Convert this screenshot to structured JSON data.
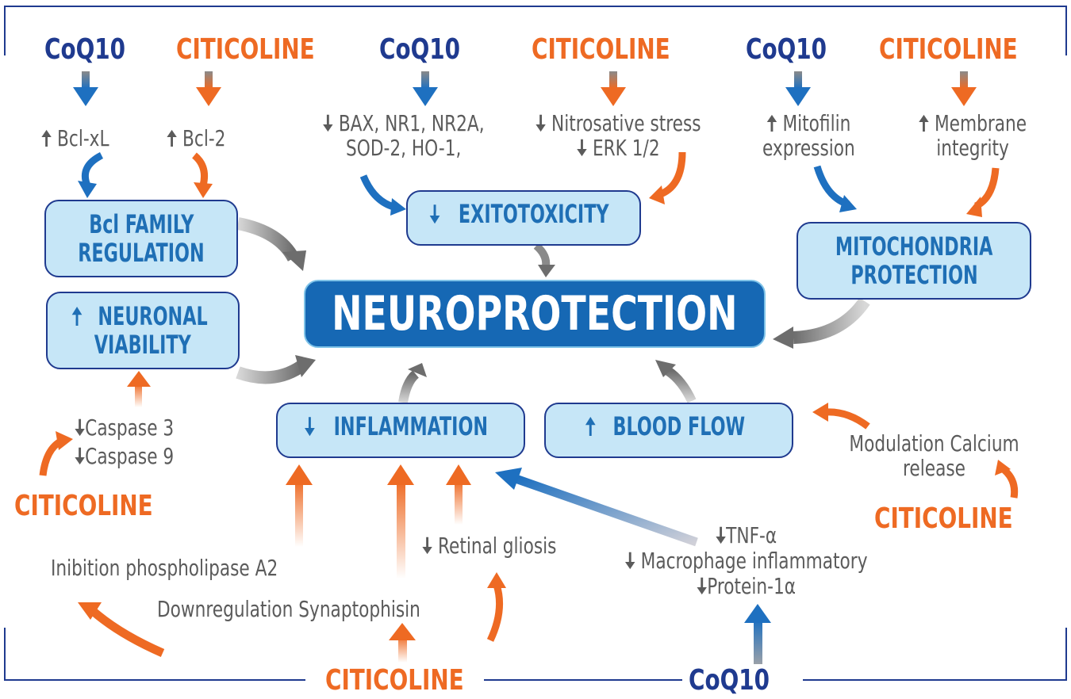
{
  "colors": {
    "coq10": "#1f3a8f",
    "citicoline": "#ee6a23",
    "box_fill": "#c6e6f7",
    "box_text": "#1f6fb5",
    "main_fill": "#1668b4",
    "effect_text": "#5b5b5b"
  },
  "top": {
    "col1": {
      "coq10": "CoQ10",
      "effect": "Bcl-xL",
      "effect_dir": "up"
    },
    "col2": {
      "citicoline": "CITICOLINE",
      "effect": "Bcl-2",
      "effect_dir": "up"
    },
    "col3": {
      "coq10": "CoQ10",
      "effect_line1": "BAX, NR1, NR2A,",
      "effect_line2": "SOD-2, HO-1,",
      "effect_dir": "down"
    },
    "col4": {
      "citicoline": "CITICOLINE",
      "effect_line1": "Nitrosative stress",
      "effect_line2": "ERK 1/2",
      "effect_dir": "down"
    },
    "col5": {
      "coq10": "CoQ10",
      "effect_line1": "Mitofilin",
      "effect_line2": "expression",
      "effect_dir": "up"
    },
    "col6": {
      "citicoline": "CITICOLINE",
      "effect_line1": "Membrane",
      "effect_line2": "integrity",
      "effect_dir": "up"
    }
  },
  "boxes": {
    "bcl": {
      "line1": "Bcl FAMILY",
      "line2": "REGULATION"
    },
    "neuronal": {
      "line1": "NEURONAL",
      "line2": "VIABILITY",
      "dir": "up"
    },
    "exito": {
      "label": "EXITOTOXICITY",
      "dir": "down"
    },
    "mito": {
      "line1": "MITOCHONDRIA",
      "line2": "PROTECTION"
    },
    "inflammation": {
      "label": "INFLAMMATION",
      "dir": "down"
    },
    "blood": {
      "label": "BLOOD FLOW",
      "dir": "up"
    }
  },
  "main": {
    "label": "NEUROPROTECTION"
  },
  "caspase": {
    "line1": "Caspase 3",
    "line2": "Caspase 9",
    "dir": "down"
  },
  "left_citicoline": "CITICOLINE",
  "inhibition": "Inibition phospholipase A2",
  "downregulation": "Downregulation Synaptophisin",
  "gliosis": "Retinal gliosis",
  "tnf": {
    "line1": "TNF-α",
    "line2": "Macrophage inflammatory",
    "line3": "Protein-1α"
  },
  "calcium": {
    "line1": "Modulation Calcium",
    "line2": "release"
  },
  "right_citicoline": "CITICOLINE",
  "bottom_citicoline": "CITICOLINE",
  "bottom_coq10": "CoQ10"
}
